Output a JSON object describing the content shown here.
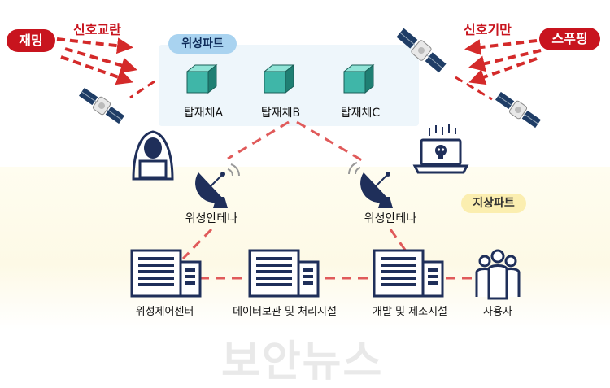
{
  "attacks": {
    "jamming": {
      "badge": "재밍",
      "title": "신호교란"
    },
    "spoofing": {
      "badge": "스푸핑",
      "title": "신호기만"
    }
  },
  "space_part": {
    "label": "위성파트",
    "payloads": [
      "탑재체A",
      "탑재체B",
      "탑재체C"
    ]
  },
  "ground_part": {
    "label": "지상파트",
    "antennas": [
      "위성안테나",
      "위성안테나"
    ],
    "facilities": [
      "위성제어센터",
      "데이터보관 및 처리시설",
      "개발 및 제조시설"
    ],
    "users": "사용자"
  },
  "watermark": "보안뉴스",
  "colors": {
    "attack_red": "#c8141e",
    "link_dashed": "#e05a5a",
    "space_pill": "#a9d3f0",
    "ground_pill": "#fbeeb0",
    "cube": "#3fb6a8"
  }
}
